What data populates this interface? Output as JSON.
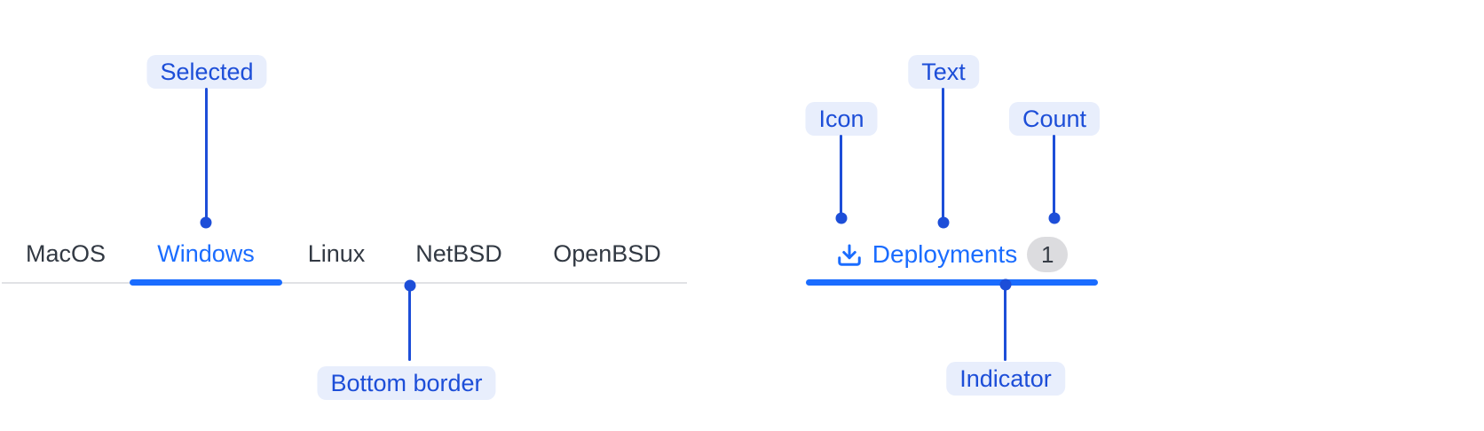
{
  "colors": {
    "background": "#ffffff",
    "tab_active": "#1a6cff",
    "tab_inactive": "#323943",
    "tab_border": "#e1e2e5",
    "annotation": "#1d4ed8",
    "annotation_bg": "#e8eefc",
    "badge_bg": "#dcdcdf",
    "badge_text": "#363c45"
  },
  "tab_bar": {
    "tabs": [
      {
        "label": "MacOS",
        "selected": false
      },
      {
        "label": "Windows",
        "selected": true
      },
      {
        "label": "Linux",
        "selected": false
      },
      {
        "label": "NetBSD",
        "selected": false
      },
      {
        "label": "OpenBSD",
        "selected": false
      }
    ]
  },
  "deployment_tab": {
    "icon": "download-icon",
    "label": "Deployments",
    "count": "1"
  },
  "annotations": {
    "selected_label": "Selected",
    "bottom_border_label": "Bottom border",
    "icon_label": "Icon",
    "text_label": "Text",
    "count_label": "Count",
    "indicator_label": "Indicator"
  }
}
